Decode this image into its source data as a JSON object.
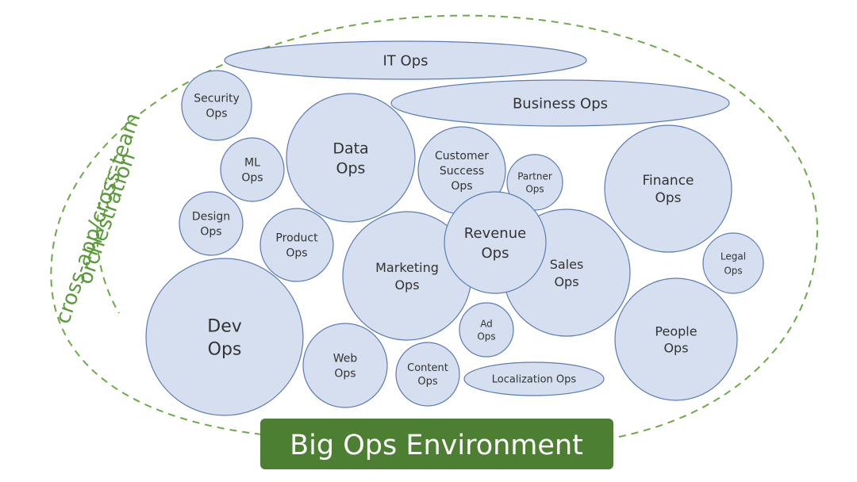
{
  "environment_title": "Big Ops Environment",
  "orchestration_label": {
    "line1": "cross-app/cross-team",
    "line2": "orchestration"
  },
  "colors": {
    "bubble_fill": "#d5dff0",
    "bubble_stroke": "#5b7bb3",
    "orbit_dashes": "#6aab45",
    "banner": "#4d7f32",
    "side_text": "#5a9a3c"
  },
  "domains": [
    {
      "id": "it",
      "lines": [
        "IT Ops"
      ]
    },
    {
      "id": "business",
      "lines": [
        "Business Ops"
      ]
    },
    {
      "id": "security",
      "lines": [
        "Security",
        "Ops"
      ]
    },
    {
      "id": "ml",
      "lines": [
        "ML",
        "Ops"
      ]
    },
    {
      "id": "data",
      "lines": [
        "Data",
        "Ops"
      ]
    },
    {
      "id": "customer-success",
      "lines": [
        "Customer",
        "Success",
        "Ops"
      ]
    },
    {
      "id": "partner",
      "lines": [
        "Partner",
        "Ops"
      ]
    },
    {
      "id": "finance",
      "lines": [
        "Finance",
        "Ops"
      ]
    },
    {
      "id": "design",
      "lines": [
        "Design",
        "Ops"
      ]
    },
    {
      "id": "product",
      "lines": [
        "Product",
        "Ops"
      ]
    },
    {
      "id": "marketing",
      "lines": [
        "Marketing",
        "Ops"
      ]
    },
    {
      "id": "sales",
      "lines": [
        "Sales",
        "Ops"
      ]
    },
    {
      "id": "revenue",
      "lines": [
        "Revenue",
        "Ops"
      ]
    },
    {
      "id": "legal",
      "lines": [
        "Legal",
        "Ops"
      ]
    },
    {
      "id": "dev",
      "lines": [
        "Dev",
        "Ops"
      ]
    },
    {
      "id": "web",
      "lines": [
        "Web",
        "Ops"
      ]
    },
    {
      "id": "content",
      "lines": [
        "Content",
        "Ops"
      ]
    },
    {
      "id": "ad",
      "lines": [
        "Ad",
        "Ops"
      ]
    },
    {
      "id": "localization",
      "lines": [
        "Localization Ops"
      ]
    },
    {
      "id": "people",
      "lines": [
        "People",
        "Ops"
      ]
    }
  ]
}
